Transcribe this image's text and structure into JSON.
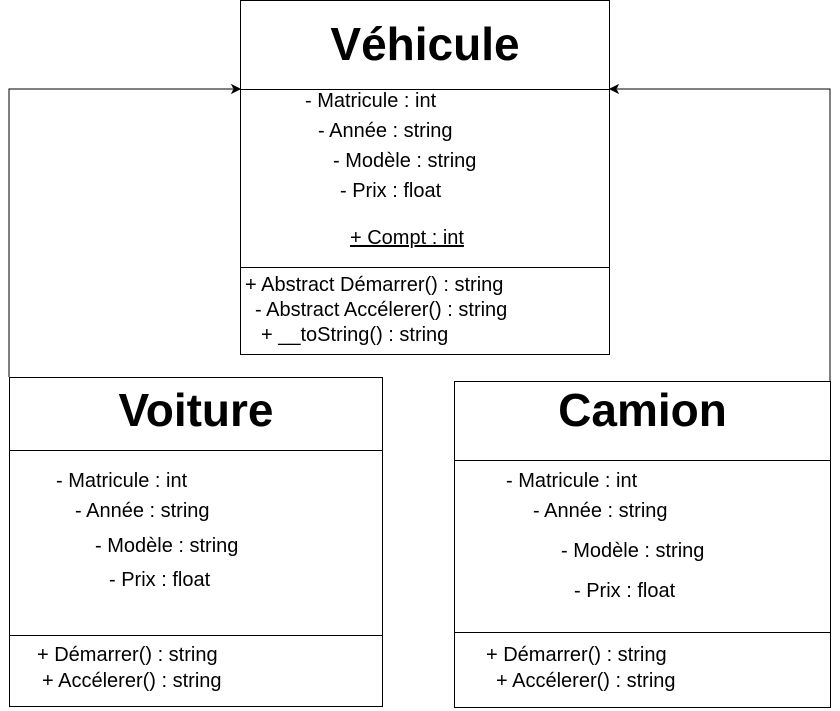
{
  "vehicule": {
    "name": "Véhicule",
    "attributes": [
      "- Matricule : int",
      "- Année : string",
      "- Modèle : string",
      "- Prix : float"
    ],
    "static_attribute": "+ Compt : int",
    "methods": [
      "+ Abstract Démarrer() : string",
      "- Abstract Accélerer() : string",
      "+ __toString() : string"
    ]
  },
  "voiture": {
    "name": "Voiture",
    "attributes": [
      "- Matricule : int",
      "- Année : string",
      "- Modèle : string",
      "- Prix : float"
    ],
    "methods": [
      "+ Démarrer() : string",
      "+ Accélerer() : string"
    ]
  },
  "camion": {
    "name": "Camion",
    "attributes": [
      "- Matricule : int",
      "- Année : string",
      "- Modèle : string",
      "- Prix : float"
    ],
    "methods": [
      "+ Démarrer() : string",
      "+ Accélerer() : string"
    ]
  }
}
